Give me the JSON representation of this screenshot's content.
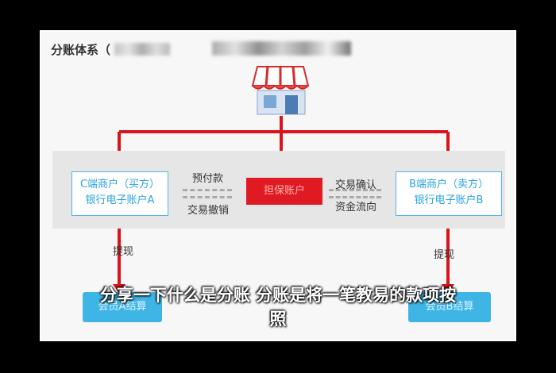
{
  "diagram": {
    "title": "分账体系（",
    "parties": {
      "buyer": {
        "line1": "C端商户（买方）",
        "line2": "银行电子账户A"
      },
      "seller": {
        "line1": "B端商户（卖方）",
        "line2": "银行电子账户B"
      },
      "escrow": {
        "label": "担保账户"
      }
    },
    "edges": {
      "prepay": "预付款",
      "cancel": "交易撤销",
      "confirm": "交易确认",
      "fund_flow": "资金流向",
      "withdraw_left": "提现",
      "withdraw_right": "提现"
    },
    "settle": {
      "left": "会员A结算",
      "right": "会员B结算"
    }
  },
  "subtitle": {
    "line1": "分享一下什么是分账 分账是将一笔教易的款项按",
    "line2": "照"
  },
  "colors": {
    "accent_red": "#e01a22",
    "accent_blue": "#3fb5e6"
  },
  "icons": [
    "store-icon"
  ]
}
